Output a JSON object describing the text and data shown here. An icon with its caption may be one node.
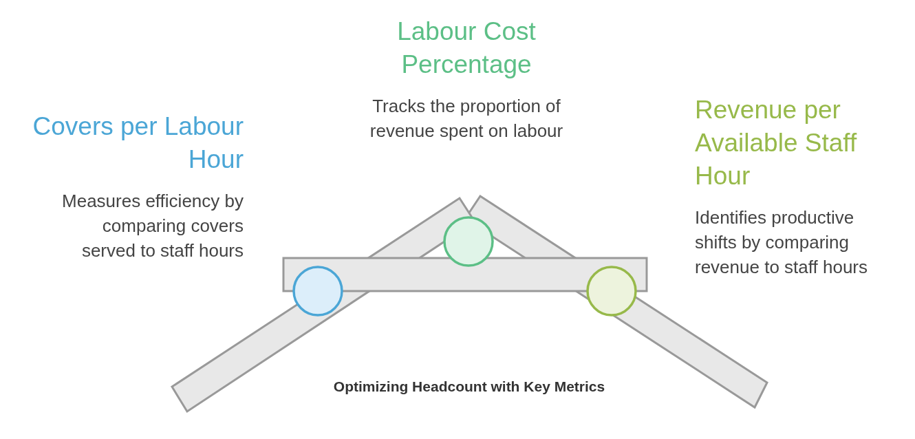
{
  "diagram": {
    "caption": "Optimizing Headcount with Key Metrics",
    "nodes": [
      {
        "text": [
          "Covers per Labour Hour",
          "Measures efficiency by comparing covers served to staff hours"
        ]
      },
      {
        "text": [
          "Labour Cost Percentage",
          "Tracks the proportion of revenue spent on labour"
        ]
      },
      {
        "text": [
          "Revenue per Available Staff Hour",
          "Identifies productive shifts by comparing revenue to staff hours"
        ]
      }
    ]
  }
}
